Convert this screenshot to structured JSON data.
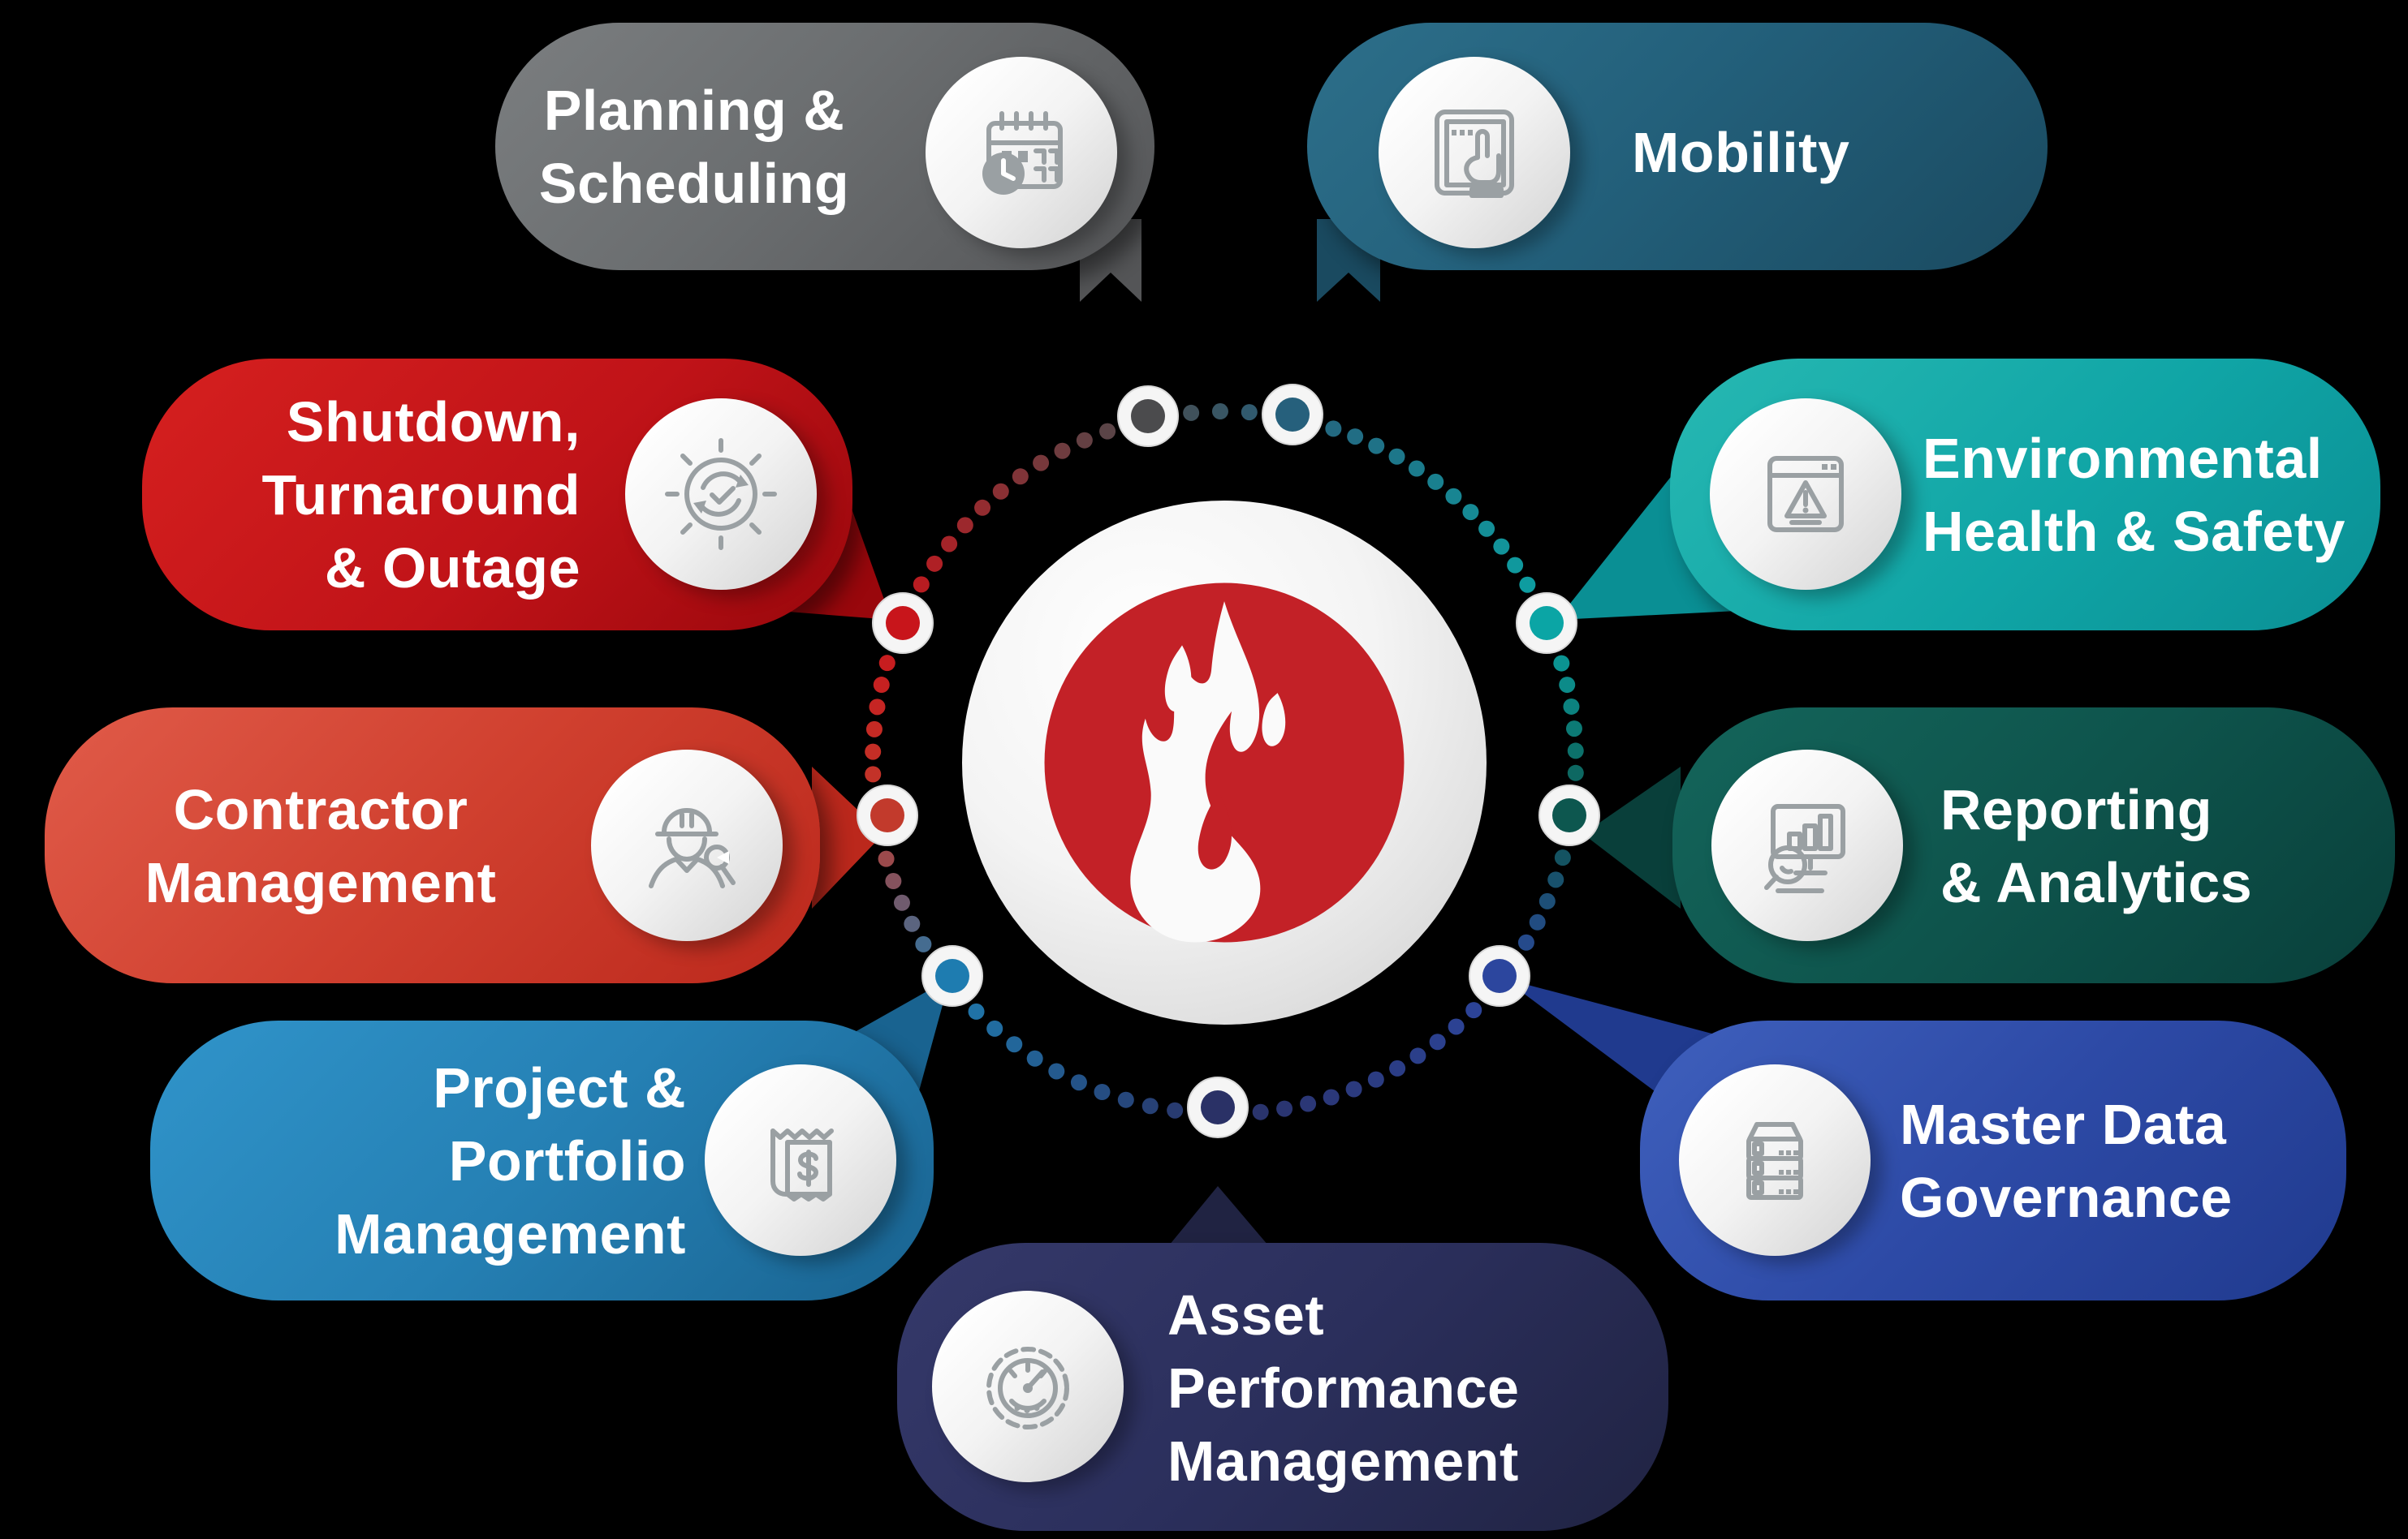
{
  "background_color": "#000000",
  "center_logo": {
    "name": "flame-logo",
    "circle_color": "#c32127",
    "flame_color": "#fafafa"
  },
  "bubbles": [
    {
      "id": "planning-scheduling",
      "label": "Planning &\nScheduling",
      "icon": "calendar-clock-icon",
      "color_start": "#7b7e80",
      "color_end": "#545557",
      "node_color": "#4b4b4d"
    },
    {
      "id": "mobility",
      "label": "Mobility",
      "icon": "touchscreen-hand-icon",
      "color_start": "#2d6f8a",
      "color_end": "#1a4a60",
      "node_color": "#26607c"
    },
    {
      "id": "shutdown-turnaround-outage",
      "label": "Shutdown,\nTurnaround\n& Outage",
      "icon": "gear-sync-check-icon",
      "color_start": "#d6201f",
      "color_end": "#99070c",
      "node_color": "#c8151b"
    },
    {
      "id": "environmental-health-safety",
      "label": "Environmental\nHealth & Safety",
      "icon": "browser-warning-icon",
      "color_start": "#27b8b2",
      "color_end": "#0a8f94",
      "node_color": "#0ba5a5"
    },
    {
      "id": "contractor-management",
      "label": "Contractor\nManagement",
      "icon": "worker-wrench-icon",
      "color_start": "#e05b49",
      "color_end": "#bb281c",
      "node_color": "#c23a2c"
    },
    {
      "id": "reporting-analytics",
      "label": "Reporting\n& Analytics",
      "icon": "monitor-chart-magnifier-icon",
      "color_start": "#14655b",
      "color_end": "#093f3a",
      "node_color": "#0d574f"
    },
    {
      "id": "project-portfolio-management",
      "label": "Project &\nPortfolio\nManagement",
      "icon": "receipt-dollar-icon",
      "color_start": "#3094ca",
      "color_end": "#196390",
      "node_color": "#1e7cb0"
    },
    {
      "id": "master-data-governance",
      "label": "Master Data\nGovernance",
      "icon": "server-rack-icon",
      "color_start": "#3f60bd",
      "color_end": "#203a8e",
      "node_color": "#2c469e"
    },
    {
      "id": "asset-performance-management",
      "label": "Asset\nPerformance\nManagement",
      "icon": "gauge-gear-icon",
      "color_start": "#35396a",
      "color_end": "#202342",
      "node_color": "#2a3166"
    }
  ],
  "ring": {
    "style": "dotted-circle",
    "dot_color_mode": "blend-between-adjacent-nodes",
    "node_outer_color": "#f5f5f5"
  }
}
